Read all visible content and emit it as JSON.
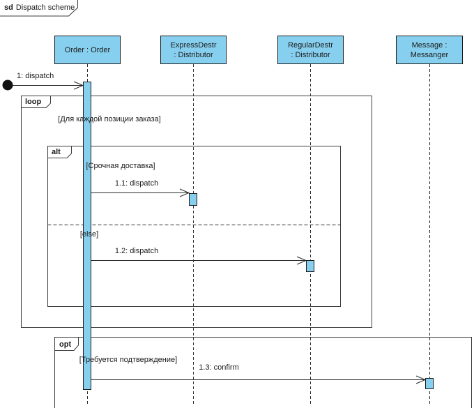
{
  "frame": {
    "keyword": "sd",
    "title": "Dispatch scheme"
  },
  "lifelines": [
    {
      "id": "order",
      "line1": "Order : Order",
      "line2": ""
    },
    {
      "id": "express",
      "line1": "ExpressDestr",
      "line2": ": Distributor"
    },
    {
      "id": "regular",
      "line1": "RegularDestr",
      "line2": ": Distributor"
    },
    {
      "id": "message",
      "line1": "Message :",
      "line2": "Messanger"
    }
  ],
  "fragments": {
    "loop": {
      "operator": "loop",
      "guard": "[Для каждой позиции заказа]"
    },
    "alt": {
      "operator": "alt",
      "guard1": "[Срочная доставка]",
      "guard2": "[else]"
    },
    "opt": {
      "operator": "opt",
      "guard": "[Требуется подтверждение]"
    }
  },
  "messages": [
    {
      "label": "1: dispatch",
      "from": "found",
      "to": "Order : Order"
    },
    {
      "label": "1.1: dispatch",
      "from": "Order : Order",
      "to": "ExpressDestr : Distributor"
    },
    {
      "label": "1.2: dispatch",
      "from": "Order : Order",
      "to": "RegularDestr : Distributor"
    },
    {
      "label": "1.3: confirm",
      "from": "Order : Order",
      "to": "Message : Messanger"
    }
  ],
  "colors": {
    "element_fill": "#87CFEE",
    "element_border": "#1b1b1b",
    "fragment_border": "#3c3c3c",
    "text": "#1a1a1a",
    "background": "#ffffff"
  }
}
